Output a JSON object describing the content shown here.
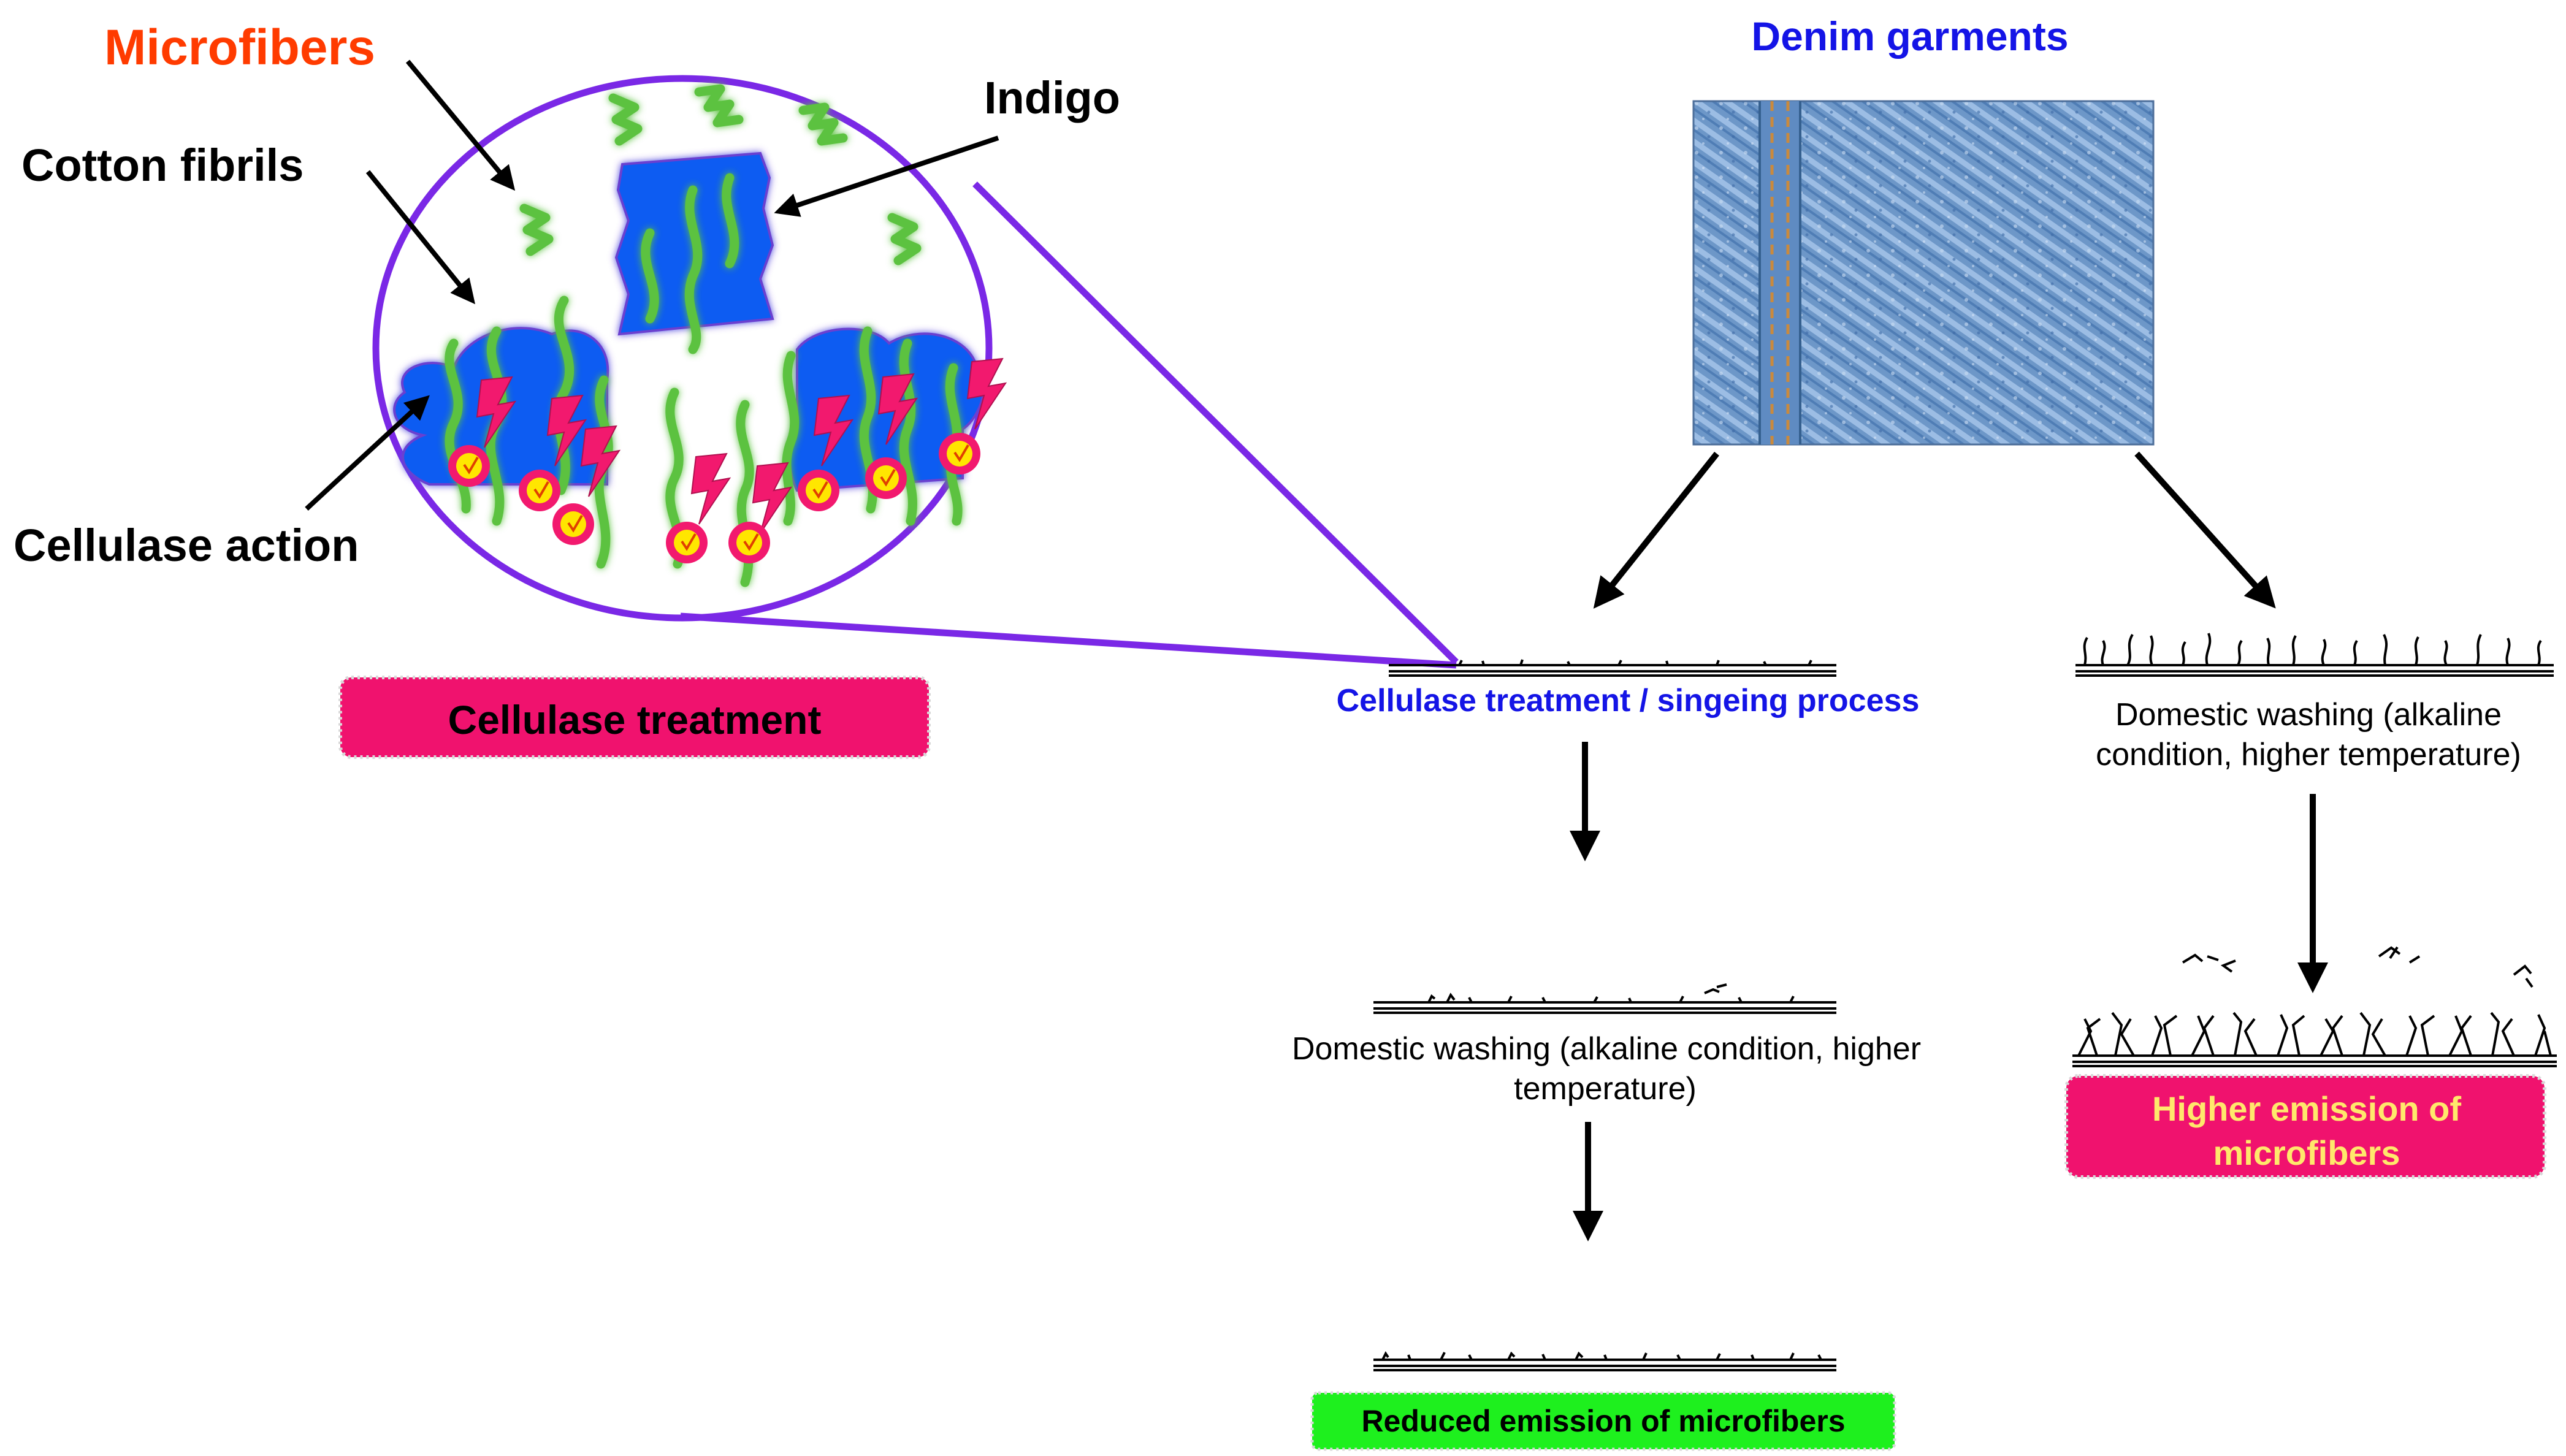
{
  "labels": {
    "microfibers": "Microfibers",
    "cotton_fibrils": "Cotton fibrils",
    "indigo": "Indigo",
    "cellulase_action": "Cellulase action",
    "denim_garments": "Denim garments"
  },
  "boxes": {
    "cellulase_treatment": "Cellulase treatment",
    "reduced_emission": "Reduced emission of microfibers",
    "higher_emission_line1": "Higher emission of",
    "higher_emission_line2": "microfibers"
  },
  "steps": {
    "cellulase_singeing": "Cellulase treatment / singeing process",
    "washing_left_line1": "Domestic washing (alkaline condition, higher",
    "washing_left_line2": "temperature)",
    "washing_right_line1": "Domestic washing (alkaline",
    "washing_right_line2": "condition, higher temperature)"
  },
  "colors": {
    "microfibers_label": "#ff3b00",
    "denim_label": "#1414e6",
    "step_label": "#1414e6",
    "fiber_green": "#5cc241",
    "fiber_glow": "#a67bdc",
    "indigo_blue": "#0a5cf2",
    "magnifier_purple": "#7a28e6",
    "bolt_magenta": "#f2196e",
    "burst_yellow": "#ffe600",
    "pink_box": "#f0126e",
    "green_box": "#1ef01e",
    "higher_text": "#ffe86b",
    "denim_fabric": "#6d97c8"
  },
  "icons": [
    "microfiber-squiggle-icon",
    "enzyme-bolt-icon",
    "burst-icon",
    "arrow-icon",
    "denim-swatch"
  ]
}
